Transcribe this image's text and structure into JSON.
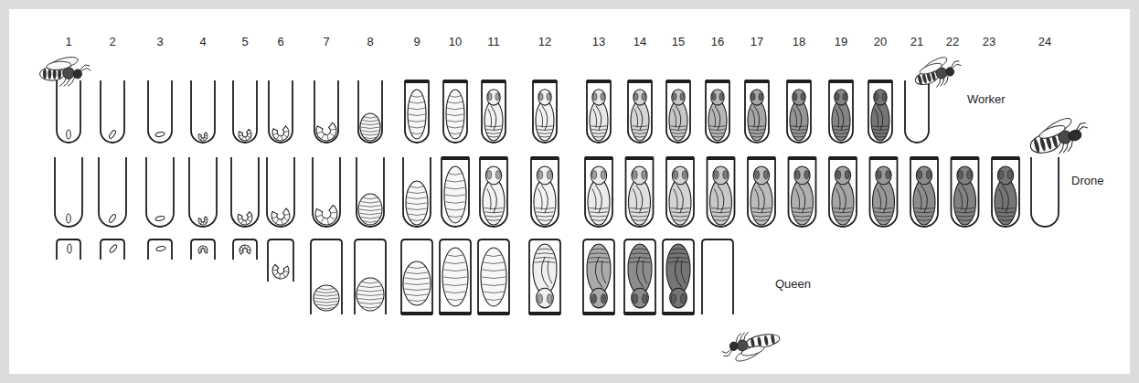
{
  "diagram": {
    "labels": [
      "1",
      "2",
      "3",
      "4",
      "5",
      "6",
      "7",
      "8",
      "9",
      "10",
      "11",
      "12",
      "13",
      "14",
      "15",
      "16",
      "17",
      "18",
      "19",
      "20",
      "21",
      "22",
      "23",
      "24",
      "Worker",
      "Drone",
      "Queen"
    ]
  }
}
